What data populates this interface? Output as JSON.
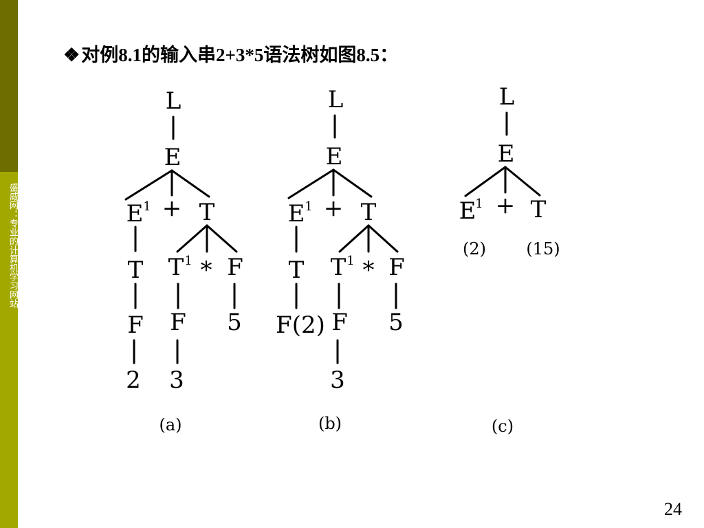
{
  "sidebar": {
    "text": "盛威网：专业的计算机学习网站",
    "dark_color": "#6e6e00",
    "light_color": "#a3a800"
  },
  "slide": {
    "bullet_icon": "diamond-dots-icon",
    "bullet_glyph": "❖",
    "title": "对例8.1的输入串2+3*5语法树如图8.5：",
    "page_number": "24"
  },
  "figure": {
    "trees": [
      {
        "caption": "(a)",
        "nodes": {
          "L": "L",
          "E": "E",
          "E1": "E",
          "E1_sup": "1",
          "plus": "+",
          "T_top": "T",
          "T_left": "T",
          "T1": "T",
          "T1_sup": "1",
          "star": "*",
          "F_right": "5",
          "F_left": "F",
          "F_mid": "F",
          "F_r_label": "F",
          "five": "5",
          "two": "2",
          "three": "3"
        }
      },
      {
        "caption": "(b)",
        "nodes": {
          "L": "L",
          "E": "E",
          "E1": "E",
          "E1_sup": "1",
          "plus": "+",
          "T_top": "T",
          "T_left": "T",
          "T1": "T",
          "T1_sup": "1",
          "star": "*",
          "F_r_label": "F",
          "F_left": "F(2)",
          "F_mid": "F",
          "five": "5",
          "three": "3"
        }
      },
      {
        "caption": "(c)",
        "nodes": {
          "L": "L",
          "E": "E",
          "E1": "E",
          "E1_sup": "1",
          "plus": "+",
          "T_top": "T",
          "val_left": "(2)",
          "val_right": "(15)"
        }
      }
    ]
  }
}
